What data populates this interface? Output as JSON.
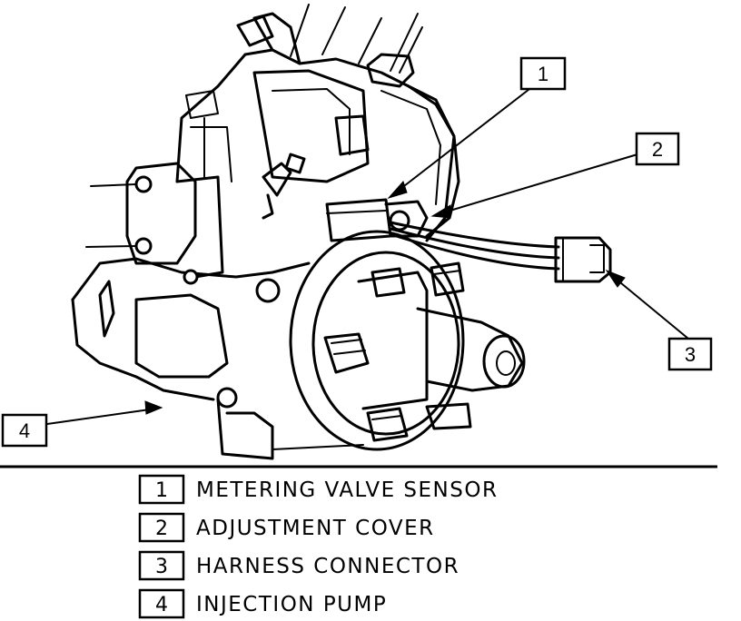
{
  "callouts": [
    {
      "id": "1",
      "label": "METERING VALVE SENSOR"
    },
    {
      "id": "2",
      "label": "ADJUSTMENT COVER"
    },
    {
      "id": "3",
      "label": "HARNESS CONNECTOR"
    },
    {
      "id": "4",
      "label": "INJECTION PUMP"
    }
  ]
}
